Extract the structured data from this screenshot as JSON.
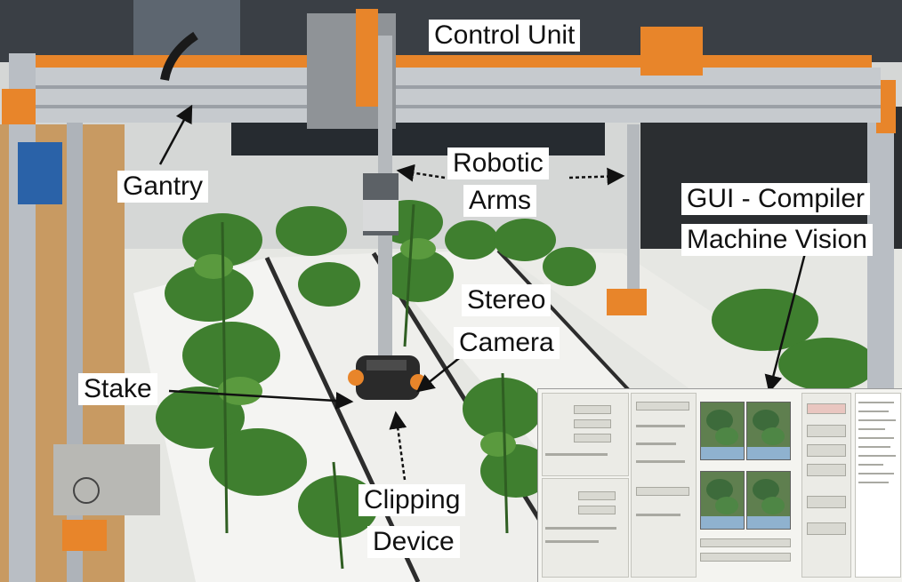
{
  "figure": {
    "labels": {
      "control_unit": "Control Unit",
      "gantry": "Gantry",
      "robotic_arms_line1": "Robotic",
      "robotic_arms_line2": "Arms",
      "gui_line1": "GUI - Compiler",
      "gui_line2": "Machine Vision",
      "stereo_line1": "Stereo",
      "stereo_line2": "Camera",
      "stake": "Stake",
      "clipping_line1": "Clipping",
      "clipping_line2": "Device"
    }
  },
  "colors": {
    "frame_orange": "#e8852a",
    "plant_green": "#3f7f2f",
    "aluminium": "#b9bec4",
    "label_background": "#ffffff"
  }
}
